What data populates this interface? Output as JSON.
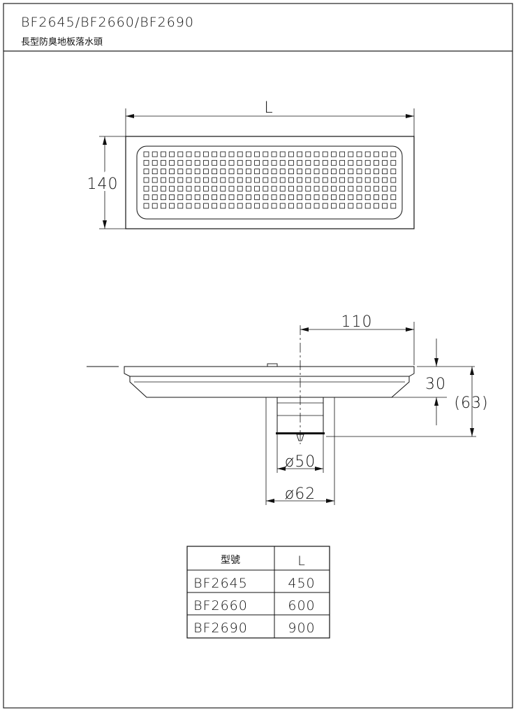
{
  "header": {
    "models": "BF2645/BF2660/BF2690",
    "product_name": "長型防臭地板落水頭"
  },
  "top_view": {
    "length_label": "L",
    "width_label": "140"
  },
  "side_view": {
    "offset_label": "110",
    "height_label": "30",
    "total_height_label": "(63)",
    "inner_diameter_label": "ø50",
    "outer_diameter_label": "ø62"
  },
  "spec_table": {
    "headers": [
      "型號",
      "L"
    ],
    "rows": [
      [
        "BF2645",
        "450"
      ],
      [
        "BF2660",
        "600"
      ],
      [
        "BF2690",
        "900"
      ]
    ]
  }
}
